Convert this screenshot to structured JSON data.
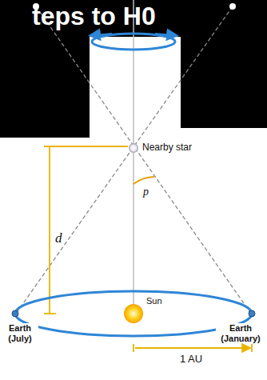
{
  "diagram": {
    "title": "teps to H0",
    "labels": [
      "Nearby star",
      "p",
      "d",
      "Sun",
      "Earth (July)",
      "Earth (January)",
      "1 AU"
    ]
  }
}
